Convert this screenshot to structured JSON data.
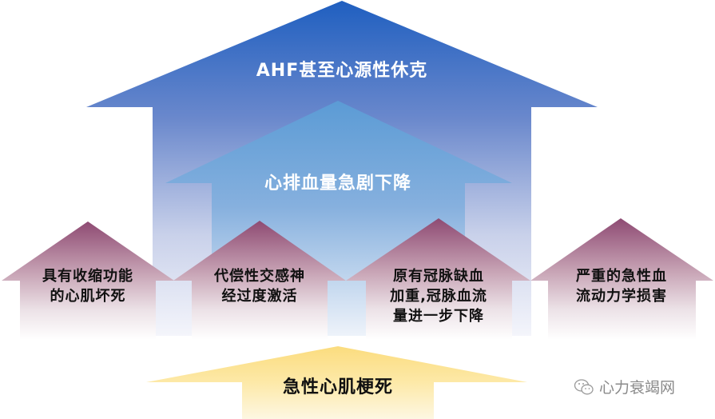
{
  "diagram": {
    "title": "AHF甚至心源性休克",
    "top_arrow": {
      "label": "AHF甚至心源性休克",
      "color_top": "#1f5fc0",
      "color_bottom": "#eef0f8"
    },
    "middle_arrow": {
      "label": "心排血量急剧下降",
      "color_top": "#5b9bd5",
      "color_bottom": "#eef3fa"
    },
    "factor_arrows": [
      {
        "label_lines": [
          "具有收缩功能",
          "的心肌坏死"
        ]
      },
      {
        "label_lines": [
          "代偿性交感神",
          "经过度激活"
        ]
      },
      {
        "label_lines": [
          "原有冠脉缺血",
          "加重,冠脉血流",
          "量进一步下降"
        ]
      },
      {
        "label_lines": [
          "严重的急性血",
          "流动力学损害"
        ]
      }
    ],
    "factor_color_top": "#8e4a72",
    "factor_color_bottom": "#ffffff",
    "base_arrow": {
      "label": "急性心肌梗死",
      "color_top": "#fbe08a",
      "color_bottom": "#fdf6dc"
    }
  },
  "watermark": {
    "icon": "wechat-icon",
    "text": "心力衰竭网"
  }
}
